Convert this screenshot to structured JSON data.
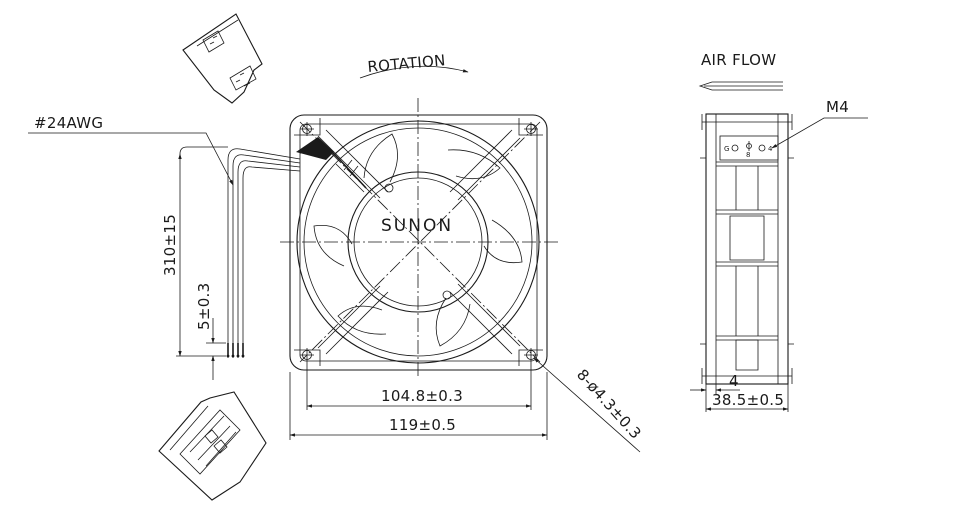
{
  "labels": {
    "wire_gauge": "#24AWG",
    "rotation": "ROTATION",
    "air_flow": "AIR FLOW",
    "brand": "SUNON",
    "thread": "M4",
    "lead_length": "310±15",
    "strip_length": "5±0.3",
    "hole_spacing": "104.8±0.3",
    "frame_width": "119±0.5",
    "mount_holes": "8-ø4.3±0.3",
    "flange_thickness": "4",
    "frame_depth": "38.5±0.5",
    "terminal_left": "G",
    "terminal_center": "8",
    "terminal_right": "4"
  }
}
